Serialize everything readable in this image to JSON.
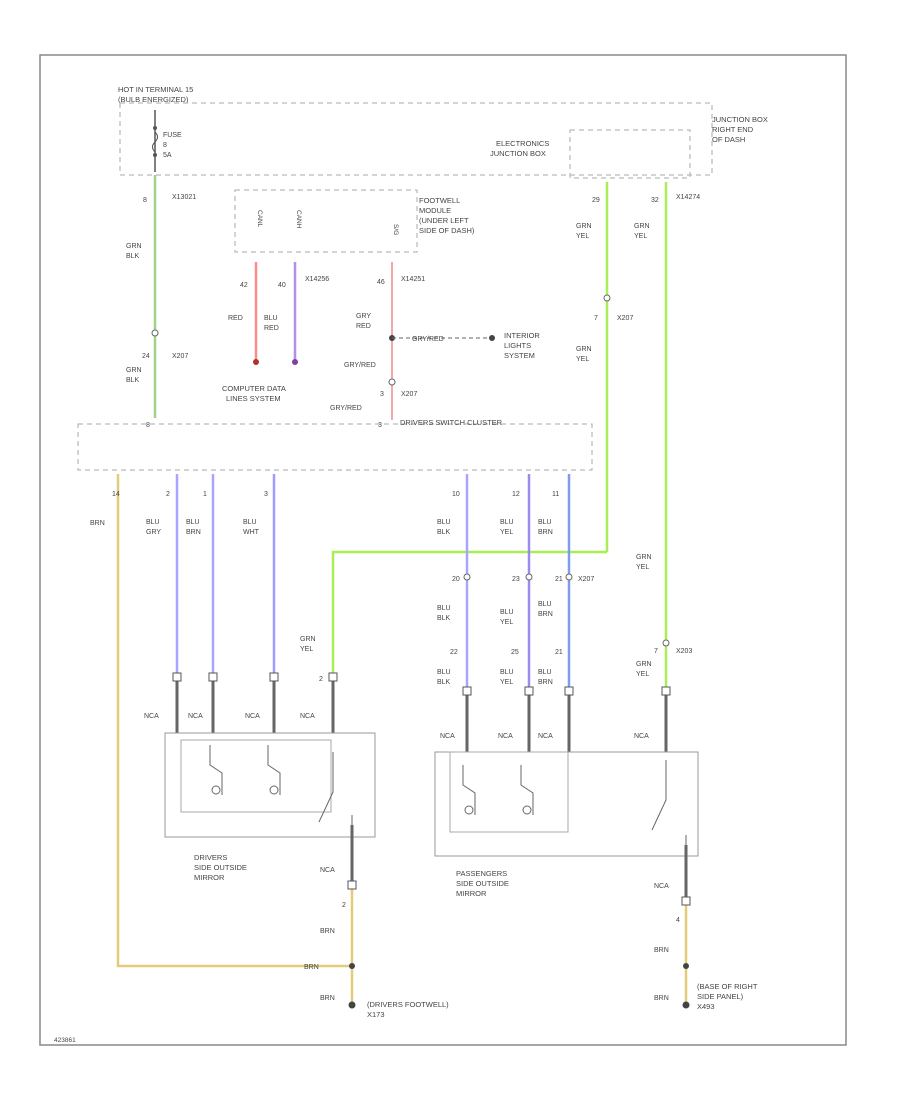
{
  "top_label": [
    "HOT IN TERMINAL 15",
    "(BULB ENERGIZED)"
  ],
  "fuse": {
    "title": "FUSE",
    "num": "8",
    "amps": "5A"
  },
  "electronics_jb": [
    "ELECTRONICS",
    "JUNCTION BOX"
  ],
  "junction_box_right": [
    "JUNCTION BOX",
    "RIGHT END",
    "OF DASH"
  ],
  "footwell_module": [
    "FOOTWELL",
    "MODULE",
    "(UNDER LEFT",
    "SIDE OF DASH)"
  ],
  "fm_pins": [
    "CANL",
    "CANH",
    "S/G"
  ],
  "computer_data": [
    "COMPUTER DATA",
    "LINES SYSTEM"
  ],
  "interior_lights": [
    "INTERIOR",
    "LIGHTS",
    "SYSTEM"
  ],
  "drivers_switch_cluster": "DRIVERS SWITCH CLUSTER",
  "connectors": {
    "x13021": "X13021",
    "x14274": "X14274",
    "x14256": "X14256",
    "x14251": "X14251",
    "x207": "X207",
    "x203": "X203"
  },
  "pins": {
    "p8": "8",
    "p24": "24",
    "p42": "42",
    "p40": "40",
    "p46": "46",
    "p29": "29",
    "p32": "32",
    "p7a": "7",
    "p7b": "7",
    "p3": "3",
    "p8b": "8",
    "p14": "14",
    "p2": "2",
    "p1": "1",
    "p3b": "3",
    "p10": "10",
    "p12": "12",
    "p11": "11",
    "p20": "20",
    "p23": "23",
    "p21": "21",
    "p22": "22",
    "p25": "25",
    "p21b": "21",
    "p4": "4",
    "p2b": "2",
    "p2c": "2"
  },
  "wires": {
    "grn_blk": [
      "GRN",
      "BLK"
    ],
    "red": "RED",
    "blu_red": [
      "BLU",
      "RED"
    ],
    "gry_red": [
      "GRY",
      "RED"
    ],
    "gry_red_inline": "GRY/RED",
    "grn_yel": [
      "GRN",
      "YEL"
    ],
    "brn": "BRN",
    "blu_gry": [
      "BLU",
      "GRY"
    ],
    "blu_brn": [
      "BLU",
      "BRN"
    ],
    "blu_wht": [
      "BLU",
      "WHT"
    ],
    "blu_blk": [
      "BLU",
      "BLK"
    ],
    "blu_yel": [
      "BLU",
      "YEL"
    ]
  },
  "nca": "NCA",
  "drivers_mirror": [
    "DRIVERS",
    "SIDE OUTSIDE",
    "MIRROR"
  ],
  "passengers_mirror": [
    "PASSENGERS",
    "SIDE OUTSIDE",
    "MIRROR"
  ],
  "drivers_footwell_ground": [
    "(DRIVERS FOOTWELL)",
    "X173"
  ],
  "right_panel_ground": [
    "(BASE OF RIGHT",
    "SIDE PANEL)",
    "X493"
  ],
  "figure_id": "423861",
  "colors": {
    "grn_blk": "#9ed28b",
    "red": "#ff8a8a",
    "blu_red": "#b58ee6",
    "grn_yel": "#a8ee55",
    "brn": "#e2cc7a",
    "blu": "#a9a5ff",
    "blu_wht": "#9f9cff",
    "blu_yel": "#9a8bf0",
    "blu_brn": "#7f9cf0",
    "gry_red": "#f0a8a8"
  }
}
